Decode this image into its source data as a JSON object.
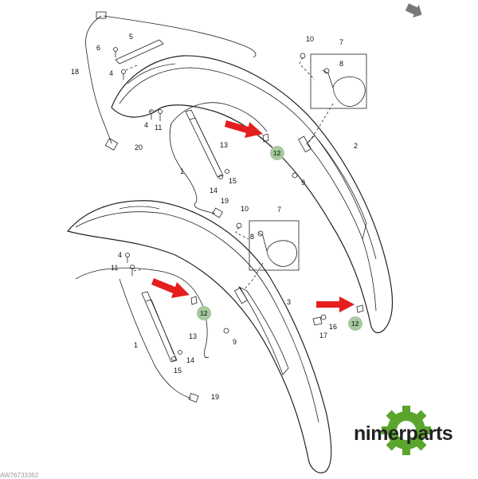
{
  "callouts": {
    "c1a": "1",
    "c1b": "1",
    "c2": "2",
    "c3": "3",
    "c4a": "4",
    "c4b": "4",
    "c4c": "4",
    "c5": "5",
    "c6": "6",
    "c7a": "7",
    "c7b": "7",
    "c8a": "8",
    "c8b": "8",
    "c9a": "9",
    "c9b": "9",
    "c10a": "10",
    "c10b": "10",
    "c11a": "11",
    "c11b": "11",
    "c12a": "12",
    "c12b": "12",
    "c12c": "12",
    "c13a": "13",
    "c13b": "13",
    "c14a": "14",
    "c14b": "14",
    "c15a": "15",
    "c15b": "15",
    "c16": "16",
    "c17": "17",
    "c18": "18",
    "c19a": "19",
    "c19b": "19",
    "c20": "20"
  },
  "brand": {
    "name": "nimerparts"
  },
  "diagram_code": "AW76733362",
  "colors": {
    "arrow": "#e41e1e",
    "highlight_circle": "#a8c8a0",
    "logo_gear": "#5aa52c",
    "ink": "#222222"
  },
  "icons": {
    "nav": "arrow-down-right-icon",
    "logo": "gear-icon"
  }
}
